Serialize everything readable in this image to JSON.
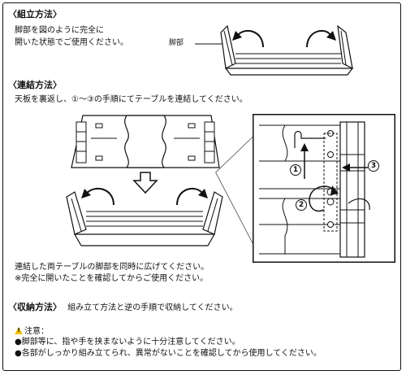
{
  "assembly": {
    "heading": "〈組立方法〉",
    "line1": "脚部を図のように完全に",
    "line2": "開いた状態でご使用ください。",
    "leg_label": "脚部"
  },
  "connection": {
    "heading": "〈連結方法〉",
    "intro": "天板を裏返し、①～③の手順にてテーブルを連結してください。",
    "after1": "連結した両テーブルの脚部を同時に広げてください。",
    "after2": "※完全に開いたことを確認してからご使用ください。",
    "step1": "1",
    "step2": "2",
    "step3": "3"
  },
  "storage": {
    "heading": "〈収納方法〉",
    "text": "組み立て方法と逆の手順で収納してください。"
  },
  "caution": {
    "heading": "注意：",
    "item1": "●脚部等に、指や手を挟まないように十分注意してください。",
    "item2": "●各部がしっかり組み立てられ、異常がないことを確認してから使用してください。"
  }
}
